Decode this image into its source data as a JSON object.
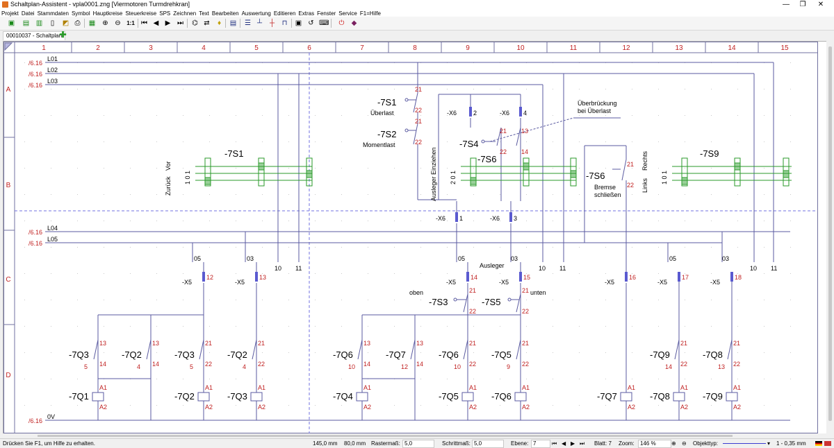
{
  "window": {
    "title": "Schaltplan-Assistent - vpla0001.zng [Viermotoren Turmdrehkran]",
    "minimize": "—",
    "maximize": "❐",
    "close": "✕"
  },
  "menu": [
    "Projekt",
    "Datei",
    "Stammdaten",
    "Symbol",
    "Hauptkreise",
    "Steuerkreise",
    "SPS",
    "Zeichnen",
    "Text",
    "Bearbeiten",
    "Auswertung",
    "Editieren",
    "Extras",
    "Fenster",
    "Service",
    "F1=Hilfe"
  ],
  "toolbar": {
    "zoom_label": "1:1",
    "icons": [
      "new-sheet-icon",
      "open-icon",
      "save-icon",
      "blank-page-icon",
      "print-preview-icon",
      "print-icon",
      "calculator-icon",
      "zoom-in-icon",
      "zoom-out-icon",
      "zoom-1to1-icon",
      "first-page-icon",
      "prev-page-icon",
      "next-page-icon",
      "last-page-icon",
      "binoculars-icon",
      "cross-reference-icon",
      "bulb-icon",
      "component-list-icon",
      "line-icon",
      "junction-icon",
      "connector-icon",
      "bridge-icon",
      "module-icon",
      "wire-icon",
      "keyboard-icon",
      "help-icon",
      "power-off-icon",
      "book-icon"
    ]
  },
  "tab": {
    "label": "00010037 - Schaltplan"
  },
  "diagram": {
    "columns": [
      "1",
      "2",
      "3",
      "4",
      "5",
      "6",
      "7",
      "8",
      "9",
      "10",
      "11",
      "12",
      "13",
      "14",
      "15"
    ],
    "rows": [
      "A",
      "B",
      "C",
      "D"
    ],
    "rails": [
      {
        "ref": "/6.16",
        "name": "L01"
      },
      {
        "ref": "/6.16",
        "name": "L02"
      },
      {
        "ref": "/6.16",
        "name": "L03"
      },
      {
        "ref": "/6.16",
        "name": "L04"
      },
      {
        "ref": "/6.16",
        "name": "L05"
      },
      {
        "ref": "/6.16",
        "name": "0V"
      }
    ],
    "labels": {
      "s1": "-7S1",
      "s1_zuruck": "Zurück",
      "s1_vor": "Vor",
      "s1_pos": "1  0  1",
      "s1_top": "-7S1",
      "s1_top_desc": "Überlast",
      "s2": "-7S2",
      "s2_desc": "Momentlast",
      "s4": "-7S4",
      "s6": "-7S6",
      "s6b": "-7S6",
      "s6b_desc1": "Bremse",
      "s6b_desc2": "schließen",
      "s9": "-7S9",
      "links": "Links",
      "rechts": "Rechts",
      "s9_pos": "1  0  1",
      "ausleger_einziehen": "Ausleger  Einziehen",
      "s6_pos": "2  0  1",
      "bridge1": "Überbrückung",
      "bridge2": "bei Überlast",
      "ausleger": "Ausleger",
      "s3": "-7S3",
      "s5": "-7S5",
      "oben": "oben",
      "unten": "unten",
      "x6": "-X6",
      "x5": "-X5"
    },
    "x6_terminals": [
      "2",
      "4",
      "1",
      "3"
    ],
    "x5_terminals": [
      "12",
      "13",
      "14",
      "15",
      "16",
      "17",
      "18"
    ],
    "wire_numbers": [
      "05",
      "03",
      "10",
      "11",
      "05",
      "03",
      "10",
      "11",
      "05",
      "03",
      "10",
      "11"
    ],
    "contact_numbers": [
      "21",
      "22",
      "21",
      "22",
      "21",
      "22",
      "13",
      "14",
      "21",
      "22",
      "21",
      "22",
      "21",
      "22",
      "13",
      "14",
      "21",
      "22"
    ],
    "coils": [
      "-7Q1",
      "-7Q2",
      "-7Q3",
      "-7Q4",
      "-7Q5",
      "-7Q6",
      "-7Q7",
      "-7Q8",
      "-7Q9"
    ],
    "aux_contacts": [
      {
        "name": "-7Q3",
        "top": "13",
        "bottom": "14",
        "ref": "5"
      },
      {
        "name": "-7Q2",
        "top": "13",
        "bottom": "14",
        "ref": "4"
      },
      {
        "name": "-7Q3",
        "top": "21",
        "bottom": "22",
        "ref": "5"
      },
      {
        "name": "-7Q2",
        "top": "21",
        "bottom": "22",
        "ref": "4"
      },
      {
        "name": "-7Q6",
        "top": "13",
        "bottom": "14",
        "ref": "10"
      },
      {
        "name": "-7Q7",
        "top": "13",
        "bottom": "14",
        "ref": "12"
      },
      {
        "name": "-7Q6",
        "top": "21",
        "bottom": "22",
        "ref": "10"
      },
      {
        "name": "-7Q5",
        "top": "21",
        "bottom": "22",
        "ref": "9"
      },
      {
        "name": "-7Q9",
        "top": "21",
        "bottom": "22",
        "ref": "14"
      },
      {
        "name": "-7Q8",
        "top": "21",
        "bottom": "22",
        "ref": "13"
      }
    ],
    "coil_terms": [
      "A1",
      "A2"
    ]
  },
  "status": {
    "help": "Drücken Sie F1, um Hilfe zu erhalten.",
    "x": "145,0 mm",
    "y": "80,0 mm",
    "raster_label": "Rastermaß:",
    "raster_value": "5,0",
    "schritt_label": "Schrittmaß:",
    "schritt_value": "5,0",
    "ebene_label": "Ebene:",
    "ebene_value": "7",
    "blatt": "Blatt: 7",
    "zoom_label": "Zoom:",
    "zoom_value": "146 %",
    "objekttyp_label": "Objekttyp:",
    "linewidth": "1 - 0,35 mm"
  }
}
